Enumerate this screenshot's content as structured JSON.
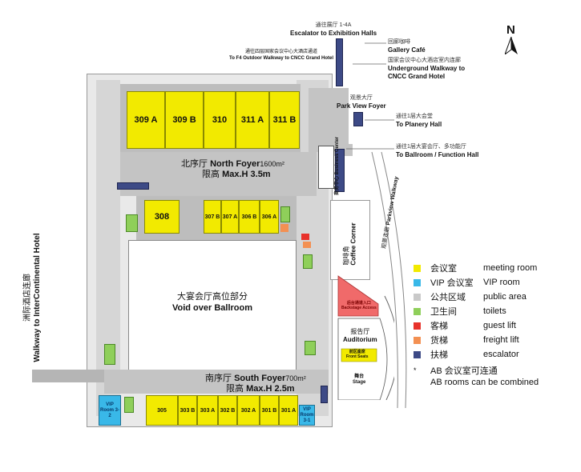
{
  "north": {
    "label": "N"
  },
  "top_labels": {
    "escalator_cn": "通往展厅 1-4A",
    "escalator_en": "Escalator to Exhibition Halls",
    "f4_cn": "通往四层国家会议中心大酒店通道",
    "f4_en": "To F4 Outdoor Walkway to CNCC Grand Hotel",
    "gallery_cn": "回廊咖啡",
    "gallery_en": "Gallery Café",
    "underground_cn": "国家会议中心大酒店室内连廊",
    "underground_en1": "Underground Walkway to",
    "underground_en2": "CNCC Grand Hotel",
    "parkview_cn": "观景大厅",
    "parkview_en": "Park View Foyer",
    "planery_cn": "通往1层大会堂",
    "planery_en": "To Planery Hall",
    "ballroom_cn": "通往1层大宴会厅、多功能厅",
    "ballroom_en": "To Ballroom / Function Hall"
  },
  "rooms_top": [
    {
      "label": "309 A"
    },
    {
      "label": "309 B"
    },
    {
      "label": "310"
    },
    {
      "label": "311 A"
    },
    {
      "label": "311 B"
    }
  ],
  "north_foyer": {
    "cn": "北序厅",
    "en": "North Foyer",
    "area": "1600m²",
    "height_cn": "限高",
    "height_en": "Max.H 3.5m"
  },
  "business_center": {
    "cn": "商务中心",
    "en": "Business Center"
  },
  "rooms_mid": [
    {
      "label": "308"
    },
    {
      "label": "307 B"
    },
    {
      "label": "307 A"
    },
    {
      "label": "306 B"
    },
    {
      "label": "306 A"
    }
  ],
  "void": {
    "cn": "大宴会厅高位部分",
    "en": "Void over Ballroom"
  },
  "coffee": {
    "cn": "咖啡角",
    "en": "Coffee Corner"
  },
  "parkview_walk": {
    "cn": "观景走廊",
    "en": "Parkview Walkway"
  },
  "intercontinental": {
    "cn": "洲际酒店连廊",
    "en": "Walkway to InterContinental Hotel"
  },
  "auditorium": {
    "cn": "报告厅",
    "en": "Auditorium",
    "front_cn": "前区座席",
    "front_en": "Front Seats",
    "stage_cn": "舞台",
    "stage_en": "Stage",
    "access_cn": "后台通道入口",
    "access_en": "Backstage Access"
  },
  "south_foyer": {
    "cn": "南序厅",
    "en": "South Foyer",
    "area": "700m²",
    "height_cn": "限高",
    "height_en": "Max.H 2.5m"
  },
  "vip_rooms": [
    {
      "label": "VIP Room 3-2"
    },
    {
      "label": "VIP Room 3-1"
    }
  ],
  "rooms_bottom": [
    {
      "label": "305"
    },
    {
      "label": "303 B"
    },
    {
      "label": "303 A"
    },
    {
      "label": "302 B"
    },
    {
      "label": "302 A"
    },
    {
      "label": "301 B"
    },
    {
      "label": "301 A"
    }
  ],
  "legend": [
    {
      "cn": "会议室",
      "en": "meeting room",
      "color": "#f2ea00"
    },
    {
      "cn": "VIP 会议室",
      "en": "VIP room",
      "color": "#39b8e8"
    },
    {
      "cn": "公共区域",
      "en": "public area",
      "color": "#c9c9c9"
    },
    {
      "cn": "卫生间",
      "en": "toilets",
      "color": "#8fcf5a"
    },
    {
      "cn": "客梯",
      "en": "guest lift",
      "color": "#e8322b"
    },
    {
      "cn": "货梯",
      "en": "freight lift",
      "color": "#f39052"
    },
    {
      "cn": "扶梯",
      "en": "escalator",
      "color": "#3d4a86"
    }
  ],
  "legend_note": {
    "symbol": "*",
    "cn": "AB 会议室可连通",
    "en": "AB  rooms can be combined"
  }
}
